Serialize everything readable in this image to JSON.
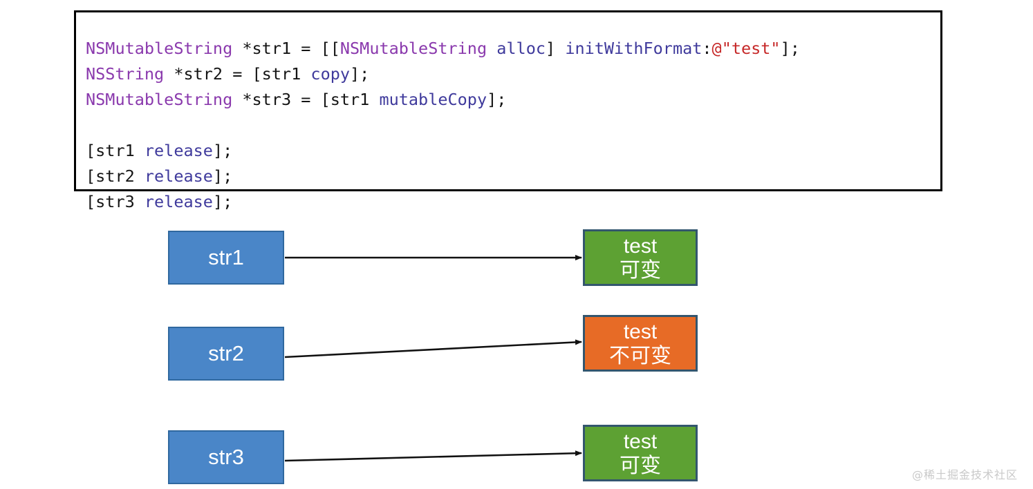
{
  "code": {
    "language": "objective-c",
    "lines": [
      {
        "id": "line-1",
        "text": "NSMutableString *str1 = [[NSMutableString alloc] initWithFormat:@\"test\"];",
        "tokens": [
          {
            "t": "NSMutableString",
            "k": "class"
          },
          {
            "t": " *str1 = [[",
            "k": "plain"
          },
          {
            "t": "NSMutableString",
            "k": "class"
          },
          {
            "t": " ",
            "k": "plain"
          },
          {
            "t": "alloc",
            "k": "method"
          },
          {
            "t": "] ",
            "k": "plain"
          },
          {
            "t": "initWithFormat",
            "k": "method"
          },
          {
            "t": ":",
            "k": "plain"
          },
          {
            "t": "@\"test\"",
            "k": "string"
          },
          {
            "t": "];",
            "k": "plain"
          }
        ]
      },
      {
        "id": "line-2",
        "text": "NSString *str2 = [str1 copy];",
        "tokens": [
          {
            "t": "NSString",
            "k": "class"
          },
          {
            "t": " *str2 = [str1 ",
            "k": "plain"
          },
          {
            "t": "copy",
            "k": "method"
          },
          {
            "t": "];",
            "k": "plain"
          }
        ]
      },
      {
        "id": "line-3",
        "text": "NSMutableString *str3 = [str1 mutableCopy];",
        "tokens": [
          {
            "t": "NSMutableString",
            "k": "class"
          },
          {
            "t": " *str3 = [str1 ",
            "k": "plain"
          },
          {
            "t": "mutableCopy",
            "k": "method"
          },
          {
            "t": "];",
            "k": "plain"
          }
        ]
      },
      {
        "id": "line-4",
        "text": "",
        "tokens": []
      },
      {
        "id": "line-5",
        "text": "[str1 release];",
        "tokens": [
          {
            "t": "[str1 ",
            "k": "plain"
          },
          {
            "t": "release",
            "k": "method"
          },
          {
            "t": "];",
            "k": "plain"
          }
        ]
      },
      {
        "id": "line-6",
        "text": "[str2 release];",
        "tokens": [
          {
            "t": "[str2 ",
            "k": "plain"
          },
          {
            "t": "release",
            "k": "method"
          },
          {
            "t": "];",
            "k": "plain"
          }
        ]
      },
      {
        "id": "line-7",
        "text": "[str3 release];",
        "tokens": [
          {
            "t": "[str3 ",
            "k": "plain"
          },
          {
            "t": "release",
            "k": "method"
          },
          {
            "t": "];",
            "k": "plain"
          }
        ]
      }
    ]
  },
  "diagram": {
    "variables": [
      {
        "id": "str1",
        "label": "str1"
      },
      {
        "id": "str2",
        "label": "str2"
      },
      {
        "id": "str3",
        "label": "str3"
      }
    ],
    "objects": [
      {
        "id": "obj1",
        "value": "test",
        "kind": "可变",
        "color": "#5da133"
      },
      {
        "id": "obj2",
        "value": "test",
        "kind": "不可变",
        "color": "#e76b26"
      },
      {
        "id": "obj3",
        "value": "test",
        "kind": "可变",
        "color": "#5da133"
      }
    ],
    "edges": [
      {
        "from": "str1",
        "to": "obj1"
      },
      {
        "from": "str2",
        "to": "obj2"
      },
      {
        "from": "str3",
        "to": "obj3"
      }
    ]
  },
  "colors": {
    "variable_fill": "#4a86c8",
    "variable_stroke": "#2f689f",
    "mutable_fill": "#5da133",
    "immutable_fill": "#e76b26",
    "object_stroke": "#33566e",
    "code_border": "#000000",
    "token_class": "#8a39ad",
    "token_method": "#3f3a9c",
    "token_string": "#c62828",
    "token_plain": "#141414",
    "arrow": "#111111"
  },
  "watermark": {
    "text": "@稀土掘金技术社区"
  }
}
